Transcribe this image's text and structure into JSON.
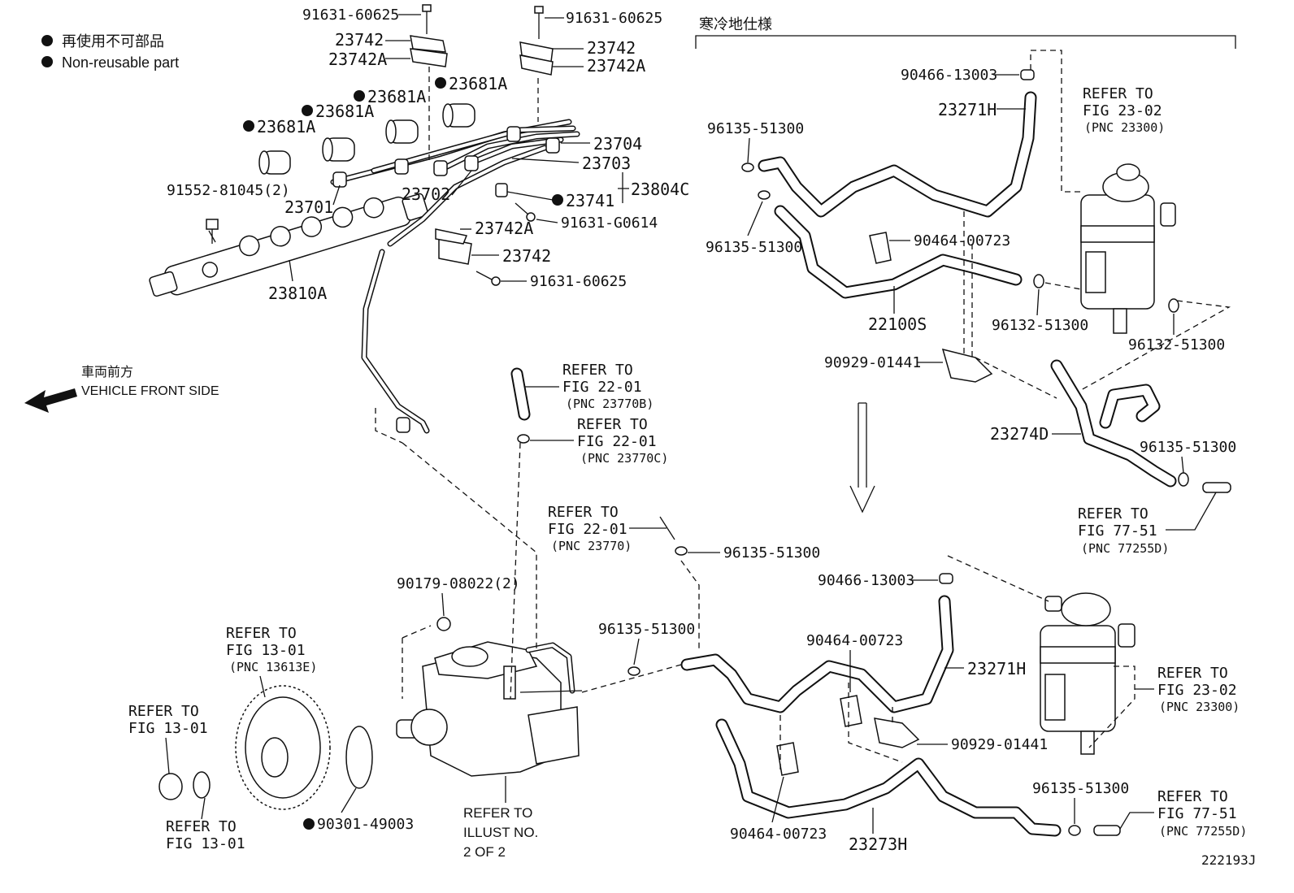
{
  "legend": {
    "jp": "再使用不可部品",
    "en": "Non-reusable part"
  },
  "front_side": {
    "jp": "車両前方",
    "en": "VEHICLE FRONT SIDE"
  },
  "cold_spec": "寒冷地仕様",
  "figure_id": "222193J",
  "labels": {
    "p91631_60625_a": "91631-60625",
    "p91631_60625_b": "91631-60625",
    "p91631_60625_c": "91631-60625",
    "p23742_a": "23742",
    "p23742a_a": "23742A",
    "p23742_b": "23742",
    "p23742a_b": "23742A",
    "p23742a_c": "23742A",
    "p23742_c": "23742",
    "p23681a_1": "23681A",
    "p23681a_2": "23681A",
    "p23681a_3": "23681A",
    "p23681a_4": "23681A",
    "p23704": "23704",
    "p23703": "23703",
    "p23804c": "23804C",
    "p23741": "23741",
    "p91631_g0614": "91631-G0614",
    "p91552": "91552-81045(2)",
    "p23701": "23701",
    "p23702": "23702",
    "p23810a": "23810A",
    "p90466_13003_a": "90466-13003",
    "p23271h_a": "23271H",
    "p96135_51300_a": "96135-51300",
    "p96135_51300_b": "96135-51300",
    "p90464_00723_a": "90464-00723",
    "p22100s": "22100S",
    "p96132_51300_a": "96132-51300",
    "p96132_51300_b": "96132-51300",
    "p90929_01441_a": "90929-01441",
    "p23274d": "23274D",
    "p96135_51300_c": "96135-51300",
    "p90466_13003_b": "90466-13003",
    "p96135_51300_d": "96135-51300",
    "p96135_51300_e": "96135-51300",
    "p90179": "90179-08022(2)",
    "p90464_00723_b": "90464-00723",
    "p23271h_b": "23271H",
    "p90929_01441_b": "90929-01441",
    "p96135_51300_f": "96135-51300",
    "p90464_00723_c": "90464-00723",
    "p23273h": "23273H",
    "p90301": "90301-49003"
  },
  "refs": {
    "r1": [
      "REFER TO",
      "FIG 23-02",
      "(PNC 23300)"
    ],
    "r2": [
      "REFER TO",
      "FIG 22-01",
      "(PNC 23770B)"
    ],
    "r3": [
      "REFER TO",
      "FIG 22-01",
      "(PNC 23770C)"
    ],
    "r4": [
      "REFER TO",
      "FIG 77-51",
      "(PNC 77255D)"
    ],
    "r5": [
      "REFER TO",
      "FIG 22-01",
      "(PNC 23770)"
    ],
    "r6": [
      "REFER TO",
      "FIG 13-01",
      "(PNC 13613E)"
    ],
    "r7": [
      "REFER TO",
      "FIG 13-01"
    ],
    "r8": [
      "REFER TO",
      "FIG 13-01"
    ],
    "r9": [
      "REFER TO",
      "ILLUST NO.",
      "2 OF 2"
    ],
    "r10": [
      "REFER TO",
      "FIG 23-02",
      "(PNC 23300)"
    ],
    "r11": [
      "REFER TO",
      "FIG 77-51",
      "(PNC 77255D)"
    ]
  }
}
